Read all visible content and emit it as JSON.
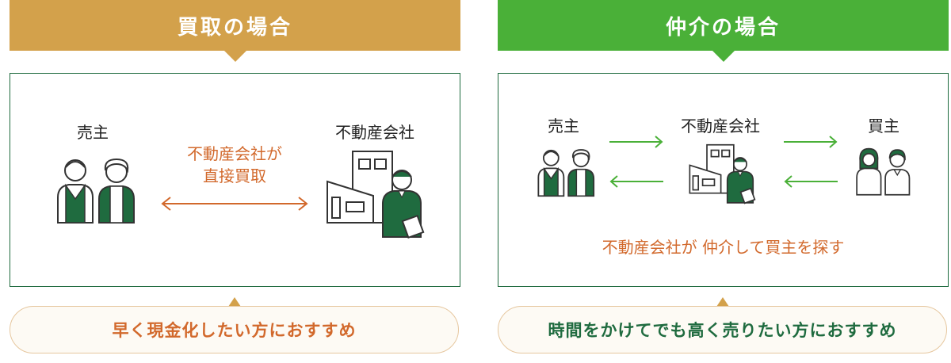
{
  "left": {
    "header": "買取の場合",
    "seller_label": "売主",
    "company_label": "不動産会社",
    "middle_line1": "不動産会社が",
    "middle_line2": "直接買取",
    "recommend": "早く現金化したい方におすすめ"
  },
  "right": {
    "header": "仲介の場合",
    "seller_label": "売主",
    "company_label": "不動産会社",
    "buyer_label": "買主",
    "caption": "不動産会社が 仲介して買主を探す",
    "recommend": "時間をかけてでも高く売りたい方におすすめ"
  },
  "colors": {
    "gold": "#d3a14b",
    "green": "#4ab038",
    "dark_green": "#1f6b3f",
    "orange": "#d2692c"
  }
}
